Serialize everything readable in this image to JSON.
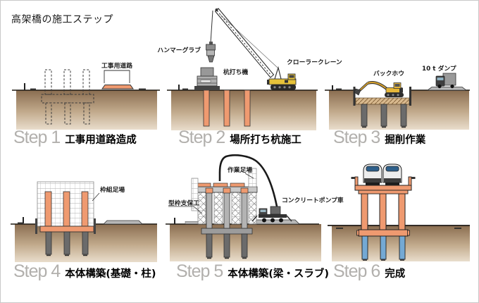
{
  "title": "高架橋の施工ステップ",
  "steps": [
    {
      "step": "Step 1",
      "caption": "工事用道路造成",
      "labels": [
        "工事用道路"
      ]
    },
    {
      "step": "Step 2",
      "caption": "場所打ち杭施工",
      "labels": [
        "ハンマーグラブ",
        "杭打ち機",
        "クローラークレーン"
      ]
    },
    {
      "step": "Step 3",
      "caption": "掘削作業",
      "labels": [
        "バックホウ",
        "10 t ダンプ"
      ]
    },
    {
      "step": "Step 4",
      "caption": "本体構築(基礎・柱)",
      "labels": [
        "枠組足場"
      ]
    },
    {
      "step": "Step 5",
      "caption": "本体構築(梁・スラブ)",
      "labels": [
        "作業足場",
        "型枠支保工",
        "コンクリートポンプ車"
      ]
    },
    {
      "step": "Step 6",
      "caption": "完成",
      "labels": []
    }
  ],
  "colors": {
    "structure_orange": "#ef9a70",
    "pile_gray": "#6b6b6b",
    "pile_blue": "#74a9d4",
    "ground_top": "#8a6d50",
    "ground_bottom": "#e8dccb",
    "road_gray": "#b8b8b8",
    "machine_yellow": "#e6c23a",
    "step_number_gray": "#b2b0ad",
    "train_window_blue": "#2e5f8a"
  }
}
